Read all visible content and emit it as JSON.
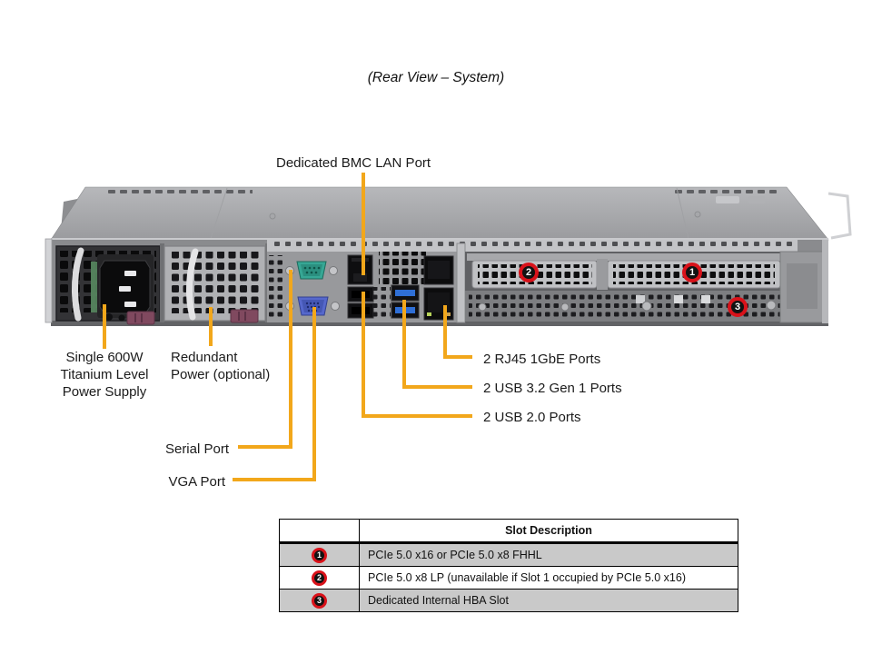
{
  "title": "(Rear View – System)",
  "callouts": {
    "bmc_lan": "Dedicated BMC LAN Port",
    "psu_line1": "Single 600W",
    "psu_line2": "Titanium Level",
    "psu_line3": "Power Supply",
    "redundant_line1": "Redundant",
    "redundant_line2": "Power (optional)",
    "serial": "Serial Port",
    "vga": "VGA Port",
    "rj45": "2 RJ45 1GbE Ports",
    "usb32": "2 USB 3.2 Gen 1 Ports",
    "usb20": "2 USB 2.0 Ports"
  },
  "table": {
    "header": "Slot Description",
    "rows": [
      {
        "badge": "1",
        "description": "PCIe 5.0 x16 or PCIe 5.0 x8 FHHL"
      },
      {
        "badge": "2",
        "description": "PCIe 5.0 x8 LP (unavailable if Slot 1 occupied by PCIe 5.0 x16)"
      },
      {
        "badge": "3",
        "description": "Dedicated Internal HBA Slot"
      }
    ]
  },
  "colors": {
    "callout_line": "#F2A71B",
    "badge_ring": "#D9121A",
    "badge_fill": "#121212",
    "table_alt_row": "#C9C9C9",
    "serial_port": "#36A795",
    "vga_port": "#5668CC",
    "usb3_tongue": "#2F6FD6"
  }
}
